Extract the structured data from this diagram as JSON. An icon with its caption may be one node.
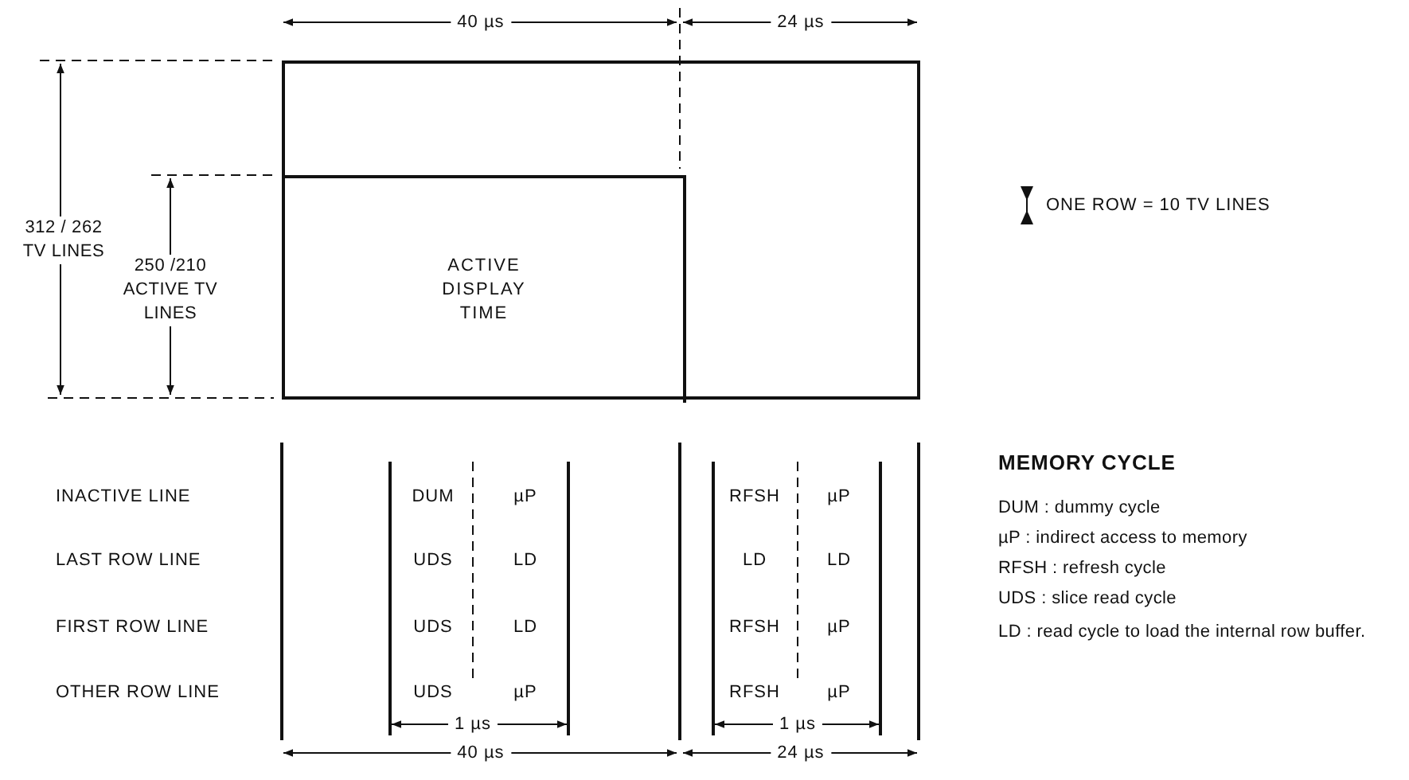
{
  "diagram": {
    "nodes": [
      {
        "text": [],
        "shape": "box"
      },
      {
        "text": [
          "ACTIVE DISPLAY TIME"
        ],
        "in": 0
      }
    ],
    "labels": [
      "40 µs",
      "24 µs",
      "312 / 262 TV LINES",
      "250 /210 ACTIVE TV LINES",
      "ONE ROW = 10 TV LINES",
      "INACTIVE LINE",
      "DUM",
      "µP",
      "RFSH",
      "µP",
      "LAST ROW LINE",
      "UDS",
      "LD",
      "LD",
      "LD",
      "FIRST ROW LINE",
      "UDS",
      "LD",
      "RFSH",
      "µP",
      "OTHER ROW LINE",
      "UDS",
      "µP",
      "RFSH",
      "µP",
      "1 µs",
      "1 µs",
      "40 µs",
      "24 µs",
      "MEMORY CYCLE",
      "DUM : dummy cycle",
      "µP : indirect access to memory",
      "RFSH : refresh cycle",
      "UDS : slice read cycle",
      "LD : read cycle to load the internal row buffer."
    ]
  }
}
